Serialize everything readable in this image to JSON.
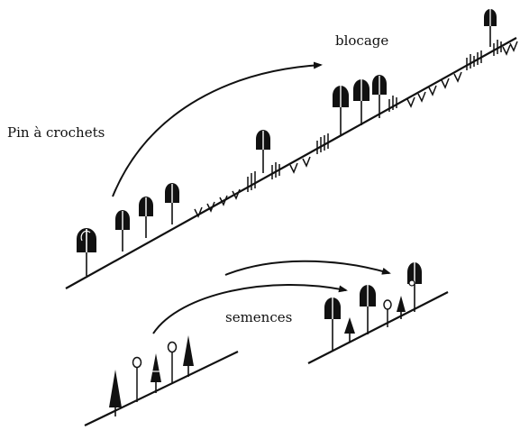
{
  "labels": {
    "pin": "Pin à crochets",
    "blocage": "blocage",
    "semences": "semences"
  },
  "colors": {
    "ink": "#111111",
    "paper": "#ffffff"
  }
}
